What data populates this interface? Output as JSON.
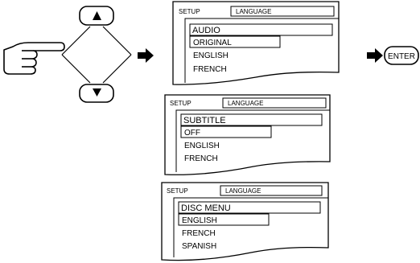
{
  "screens": [
    {
      "header": "SETUP",
      "tab": "LANGUAGE",
      "title": "AUDIO",
      "options": [
        "ORIGINAL",
        "ENGLISH",
        "FRENCH"
      ],
      "highlighted_option": "ORIGINAL"
    },
    {
      "header": "SETUP",
      "tab": "LANGUAGE",
      "title": "SUBTITLE",
      "options": [
        "OFF",
        "ENGLISH",
        "FRENCH"
      ],
      "highlighted_option": "OFF"
    },
    {
      "header": "SETUP",
      "tab": "LANGUAGE",
      "title": "DISC MENU",
      "options": [
        "ENGLISH",
        "FRENCH",
        "SPANISH"
      ],
      "highlighted_option": "ENGLISH"
    }
  ],
  "enter_button": "ENTER",
  "icons": {
    "up": "up-triangle-icon",
    "down": "down-triangle-icon",
    "hand": "pointing-hand-icon",
    "arrow": "right-arrow-icon"
  }
}
